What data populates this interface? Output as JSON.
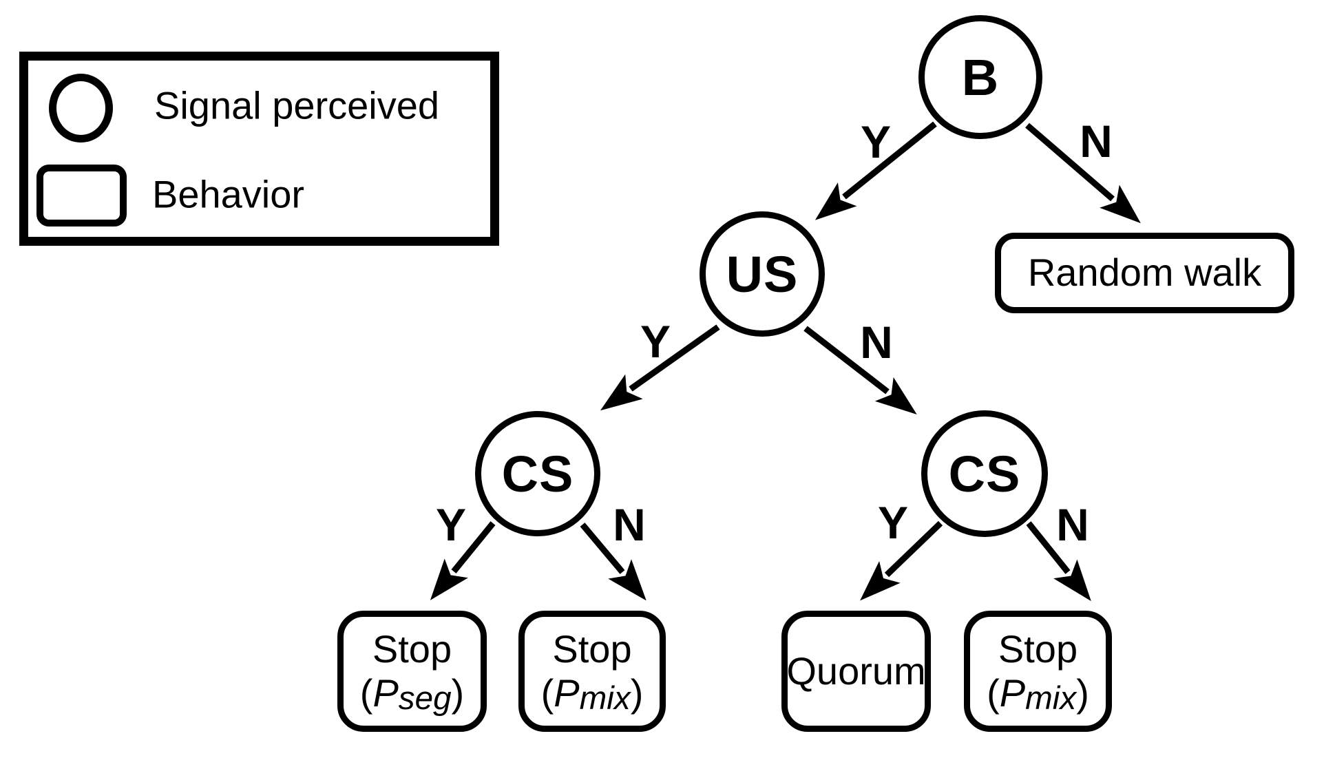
{
  "colors": {
    "ink": "#000000",
    "background": "#ffffff"
  },
  "legend": {
    "items": [
      {
        "symbol": "circle",
        "label": "Signal perceived"
      },
      {
        "symbol": "rounded-rect",
        "label": "Behavior"
      }
    ]
  },
  "tree": {
    "nodes": {
      "b": {
        "label": "B"
      },
      "us": {
        "label": "US"
      },
      "cs_left": {
        "label": "CS"
      },
      "cs_right": {
        "label": "CS"
      }
    },
    "edges": {
      "b_yes": {
        "label": "Y"
      },
      "b_no": {
        "label": "N"
      },
      "us_yes": {
        "label": "Y"
      },
      "us_no": {
        "label": "N"
      },
      "cs_left_yes": {
        "label": "Y"
      },
      "cs_left_no": {
        "label": "N"
      },
      "cs_right_yes": {
        "label": "Y"
      },
      "cs_right_no": {
        "label": "N"
      }
    },
    "behaviors": {
      "random_walk": {
        "label": "Random walk"
      },
      "stop_seg": {
        "line1": "Stop",
        "paren_open": "(",
        "p": "P",
        "sub": "seg",
        "paren_close": ")"
      },
      "stop_mix_left": {
        "line1": "Stop",
        "paren_open": "(",
        "p": "P",
        "sub": "mix",
        "paren_close": ")"
      },
      "quorum": {
        "label": "Quorum"
      },
      "stop_mix_right": {
        "line1": "Stop",
        "paren_open": "(",
        "p": "P",
        "sub": "mix",
        "paren_close": ")"
      }
    }
  }
}
